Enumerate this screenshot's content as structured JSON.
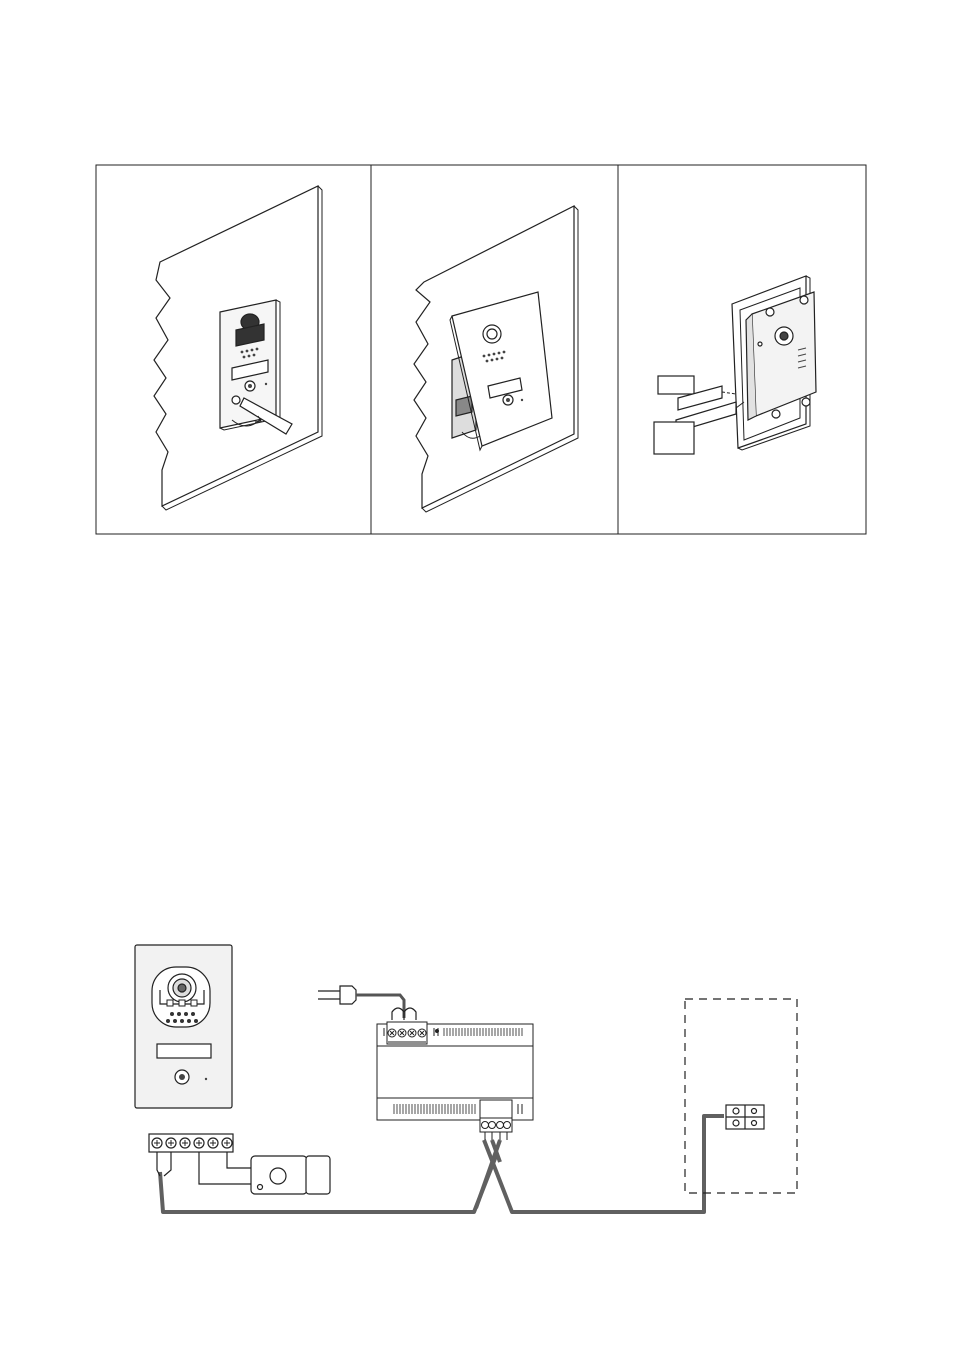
{
  "installation_steps": {
    "panels": [
      {
        "id": "step-1",
        "subject": "screwdriver-loosening-panel"
      },
      {
        "id": "step-2",
        "subject": "panel-tilted-open"
      },
      {
        "id": "step-3",
        "subject": "name-label-insertion"
      }
    ]
  },
  "wiring_diagram": {
    "components": [
      {
        "id": "outdoor-station",
        "icon": "door-camera-icon"
      },
      {
        "id": "terminal-block-6",
        "icon": "terminal-block-icon",
        "screws": 6
      },
      {
        "id": "electric-lock",
        "icon": "lock-icon"
      },
      {
        "id": "power-plug",
        "icon": "plug-icon"
      },
      {
        "id": "power-distributor",
        "icon": "power-supply-icon",
        "top_screws": 4,
        "bottom_screws": 4
      },
      {
        "id": "indoor-monitor-terminal",
        "icon": "terminal-block-icon",
        "screws": 2
      }
    ],
    "colors": {
      "line": "#222222",
      "cable": "#606060",
      "panel_fill": "#f2f2f2"
    }
  }
}
